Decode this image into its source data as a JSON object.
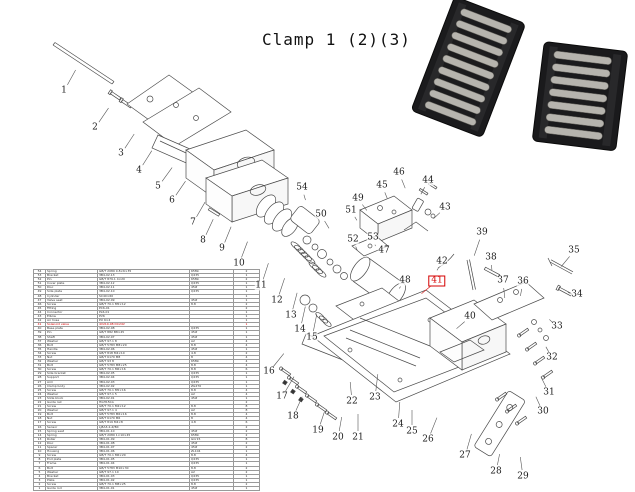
{
  "title": "Clamp 1 (2)(3)",
  "colors": {
    "accent_red": "#d40000",
    "line": "#4a4a4a",
    "table_border": "#9a9a9a",
    "photo_dark": "#1b1b1d",
    "roller_gray": "#b6b4ae"
  },
  "callouts": [
    [
      "1",
      64,
      91,
      80,
      62
    ],
    [
      "2",
      95,
      128,
      116,
      97
    ],
    [
      "3",
      121,
      154,
      150,
      110
    ],
    [
      "4",
      139,
      171,
      168,
      125
    ],
    [
      "5",
      158,
      187,
      185,
      150
    ],
    [
      "6",
      172,
      201,
      200,
      160
    ],
    [
      "7",
      193,
      223,
      215,
      185
    ],
    [
      "8",
      203,
      241,
      220,
      205
    ],
    [
      "9",
      222,
      249,
      238,
      210
    ],
    [
      "10",
      239,
      264,
      250,
      235
    ],
    [
      "11",
      261,
      286,
      272,
      252
    ],
    [
      "12",
      277,
      301,
      288,
      268
    ],
    [
      "13",
      291,
      316,
      300,
      282
    ],
    [
      "14",
      300,
      330,
      308,
      295
    ],
    [
      "15",
      312,
      338,
      318,
      308
    ],
    [
      "16",
      269,
      372,
      285,
      352
    ],
    [
      "17",
      282,
      397,
      295,
      375
    ],
    [
      "18",
      293,
      417,
      303,
      395
    ],
    [
      "19",
      318,
      431,
      325,
      410
    ],
    [
      "20",
      338,
      438,
      342,
      415
    ],
    [
      "21",
      358,
      438,
      358,
      412
    ],
    [
      "22",
      352,
      402,
      350,
      380
    ],
    [
      "23",
      375,
      398,
      378,
      372
    ],
    [
      "24",
      398,
      425,
      400,
      400
    ],
    [
      "25",
      412,
      432,
      412,
      408
    ],
    [
      "26",
      428,
      440,
      440,
      410
    ],
    [
      "27",
      465,
      456,
      472,
      432
    ],
    [
      "28",
      496,
      472,
      500,
      452
    ],
    [
      "29",
      523,
      477,
      520,
      455
    ],
    [
      "30",
      543,
      412,
      535,
      395
    ],
    [
      "31",
      549,
      393,
      540,
      375
    ],
    [
      "32",
      552,
      358,
      545,
      345
    ],
    [
      "33",
      557,
      327,
      548,
      318
    ],
    [
      "34",
      577,
      295,
      566,
      292
    ],
    [
      "35",
      574,
      251,
      560,
      268
    ],
    [
      "36",
      523,
      282,
      520,
      298
    ],
    [
      "37",
      503,
      281,
      505,
      300
    ],
    [
      "38",
      491,
      258,
      492,
      272
    ],
    [
      "39",
      482,
      233,
      472,
      262
    ],
    [
      "40",
      470,
      317,
      455,
      330
    ],
    [
      "41",
      437,
      281,
      420,
      295,
      "red"
    ],
    [
      "42",
      442,
      262,
      436,
      272
    ],
    [
      "43",
      445,
      208,
      432,
      220
    ],
    [
      "44",
      428,
      181,
      420,
      196
    ],
    [
      "45",
      382,
      186,
      388,
      200
    ],
    [
      "46",
      399,
      173,
      406,
      190
    ],
    [
      "47",
      384,
      251,
      380,
      258
    ],
    [
      "48",
      405,
      281,
      398,
      290
    ],
    [
      "49",
      358,
      199,
      368,
      212
    ],
    [
      "50",
      321,
      215,
      330,
      230
    ],
    [
      "51",
      351,
      211,
      358,
      222
    ],
    [
      "52",
      353,
      240,
      358,
      252
    ],
    [
      "53",
      373,
      238,
      376,
      248
    ],
    [
      "54",
      302,
      188,
      306,
      202
    ]
  ],
  "table": {
    "rows": [
      [
        "54",
        "Spring",
        "GB/T 2089 0.8×6×35",
        "65Mn",
        "2"
      ],
      [
        "53",
        "Bracket",
        "3B4-02.13",
        "Q235",
        "1"
      ],
      [
        "52",
        "Pin",
        "GB/T 879.1 4×20",
        "65Mn",
        "2"
      ],
      [
        "51",
        "Cover plate",
        "3B4-02.12",
        "Q235",
        "1"
      ],
      [
        "50",
        "Disc",
        "3B4-02.11",
        "45#",
        "1"
      ],
      [
        "49",
        "Side plate",
        "3B4-02.10",
        "Q235",
        "1"
      ],
      [
        "48",
        "Cylinder",
        "SC40×60",
        "",
        "1"
      ],
      [
        "47",
        "Valve seat",
        "3B4-02.09",
        "45#",
        "1"
      ],
      [
        "46",
        "Screw",
        "GB/T 70.1 M5×12",
        "8.8",
        "2"
      ],
      [
        "45",
        "Fitting",
        "PC6-01",
        "",
        "2"
      ],
      [
        "44",
        "Connector",
        "PL6-01",
        "",
        "1"
      ],
      [
        "43",
        "Elbow",
        "PV6",
        "",
        "1"
      ],
      [
        "42",
        "Air hose",
        "PU 6×4",
        "",
        "1"
      ],
      [
        "41",
        "Solenoid valve",
        "4V210-08 DC24V",
        "",
        "1",
        "red"
      ],
      [
        "40",
        "Base plate",
        "3B4-02.08",
        "Q235",
        "1"
      ],
      [
        "39",
        "Pin",
        "GB/T 882 B8×45",
        "45#",
        "1"
      ],
      [
        "38",
        "Shaft",
        "3B4-02.07",
        "45#",
        "1"
      ],
      [
        "37",
        "Washer",
        "GB/T 97.1 8",
        "A2",
        "4"
      ],
      [
        "36",
        "Bolt",
        "GB/T 5783 M8×20",
        "8.8",
        "4"
      ],
      [
        "35",
        "Handle",
        "3B4-02.06",
        "45#",
        "1"
      ],
      [
        "34",
        "Screw",
        "GB/T 818 M4×10",
        "4.8",
        "2"
      ],
      [
        "33",
        "Nut",
        "GB/T 6170 M8",
        "8",
        "4"
      ],
      [
        "32",
        "Washer",
        "GB/T 93 8",
        "65Mn",
        "4"
      ],
      [
        "31",
        "Bolt",
        "GB/T 5783 M8×25",
        "8.8",
        "4"
      ],
      [
        "30",
        "Screw",
        "GB/T 70.1 M6×16",
        "8.8",
        "6"
      ],
      [
        "29",
        "Side bracket",
        "3B4-02.05",
        "Q235",
        "1"
      ],
      [
        "28",
        "Support",
        "3B4-02.04",
        "Q235",
        "1"
      ],
      [
        "27",
        "Arm",
        "3B4-02.03",
        "Q235",
        "1"
      ],
      [
        "26",
        "Clamp body",
        "3B4-02.02",
        "ZG270",
        "1"
      ],
      [
        "25",
        "Screw",
        "GB/T 70.1 M5×16",
        "8.8",
        "4"
      ],
      [
        "24",
        "Washer",
        "GB/T 97.1 5",
        "A2",
        "4"
      ],
      [
        "23",
        "Slide block",
        "3B4-02.01",
        "45#",
        "1"
      ],
      [
        "22",
        "Guide rail",
        "HGH15CA",
        "",
        "2"
      ],
      [
        "21",
        "Screw",
        "GB/T 70.1 M4×12",
        "8.8",
        "8"
      ],
      [
        "20",
        "Washer",
        "GB/T 97.1 4",
        "A2",
        "8"
      ],
      [
        "19",
        "Bolt",
        "GB/T 5783 M6×16",
        "8.8",
        "4"
      ],
      [
        "18",
        "Nut",
        "GB/T 6170 M6",
        "8",
        "4"
      ],
      [
        "17",
        "Screw",
        "GB/T 819 M4×8",
        "4.8",
        "6"
      ],
      [
        "16",
        "Sensor",
        "LJ8A3-2-Z/BX",
        "",
        "2"
      ],
      [
        "15",
        "Spring seat",
        "3B4-01.10",
        "45#",
        "2"
      ],
      [
        "14",
        "Spring",
        "GB/T 2089 1×10×45",
        "65Mn",
        "2"
      ],
      [
        "13",
        "Roller",
        "3B4-01.09",
        "GCr15",
        "8"
      ],
      [
        "12",
        "Disc",
        "3B4-01.08",
        "45#",
        "2"
      ],
      [
        "11",
        "Spacer",
        "3B4-01.07",
        "45#",
        "2"
      ],
      [
        "10",
        "Housing",
        "3B4-01.06",
        "ZL104",
        "1"
      ],
      [
        "9",
        "Screw",
        "GB/T 70.1 M6×20",
        "8.8",
        "4"
      ],
      [
        "8",
        "End plate",
        "3B4-01.05",
        "Q235",
        "1"
      ],
      [
        "7",
        "Frame",
        "3B4-01.04",
        "Q235",
        "1"
      ],
      [
        "6",
        "Bolt",
        "GB/T 5783 M10×30",
        "8.8",
        "2"
      ],
      [
        "5",
        "Washer",
        "GB/T 97.1 10",
        "A2",
        "2"
      ],
      [
        "4",
        "Bracket",
        "3B4-01.03",
        "Q235",
        "1"
      ],
      [
        "3",
        "Plate",
        "3B4-01.02",
        "Q235",
        "1"
      ],
      [
        "2",
        "Screw",
        "GB/T 70.1 M8×25",
        "8.8",
        "2"
      ],
      [
        "1",
        "Guide rod",
        "3B4-01.01",
        "45#",
        "1"
      ]
    ]
  }
}
